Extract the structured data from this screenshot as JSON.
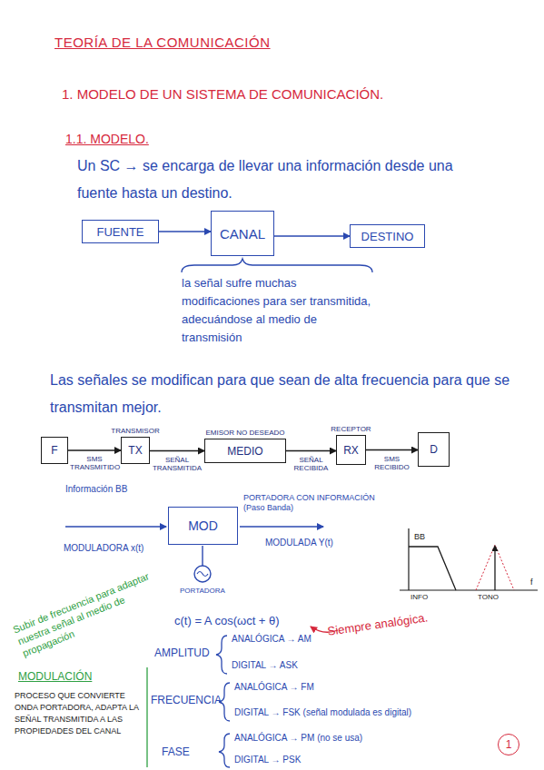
{
  "diagram": {
    "title": "TEORÍA DE LA COMUNICACIÓN",
    "nodes": [
      {
        "text": [
          "FUENTE"
        ]
      },
      {
        "text": [
          "CANAL"
        ]
      },
      {
        "text": [
          "DESTINO"
        ]
      },
      {
        "text": [
          "F"
        ]
      },
      {
        "text": [
          "TRANSMISOR",
          "TX"
        ]
      },
      {
        "text": [
          "EMISOR NO DESEADO",
          "MEDIO"
        ]
      },
      {
        "text": [
          "RECEPTOR",
          "RX"
        ]
      },
      {
        "text": [
          "D"
        ]
      },
      {
        "text": [
          "MOD"
        ]
      },
      {
        "text": [
          "1"
        ]
      }
    ],
    "edges": [
      {
        "from": 0,
        "to": 1,
        "arrow": "to"
      },
      {
        "from": 1,
        "to": 2,
        "arrow": "to"
      },
      {
        "from": 3,
        "to": 4,
        "label": "SMS TRANSMITIDO",
        "arrow": "to"
      },
      {
        "from": 4,
        "to": 5,
        "label": "SEÑAL TRANSMITIDA",
        "arrow": "to"
      },
      {
        "from": 5,
        "to": 6,
        "label": "SEÑAL RECIBIDA",
        "arrow": "to"
      },
      {
        "from": 6,
        "to": 7,
        "label": "SMS RECIBIDO",
        "arrow": "to"
      }
    ],
    "labels": [
      "1. MODELO DE UN SISTEMA DE COMUNICACIÓN.",
      "1.1. MODELO.",
      "Un SC → se encarga de llevar una información desde una fuente hasta un destino.",
      "la señal sufre muchas modificaciones para ser transmitida, adecuándose al medio de transmisión",
      "Las señales se modifican para que sean de alta frecuencia para que se transmitan mejor.",
      "Información BB",
      "PORTADORA CON INFORMACIÓN (Paso Banda)",
      "MODULADORA x(t)",
      "MODULADA Y(t)",
      "PORTADORA",
      "BB",
      "INFO",
      "TONO",
      "f",
      "Siempre analógica.",
      "c(t) = A cos(ωct + θ)",
      "Subir de frecuencia para adaptar nuestra señal al medio de propagación",
      "MODULACIÓN",
      "PROCESO QUE CONVIERTE ONDA PORTADORA, ADAPTA LA SEÑAL TRANSMITIDA A LAS PROPIEDADES DEL CANAL",
      "AMPLITUD",
      "ANALÓGICA → AM",
      "DIGITAL → ASK",
      "FRECUENCIA",
      "ANALÓGICA → FM",
      "DIGITAL → FSK (señal modulada es digital)",
      "FASE",
      "ANALÓGICA → PM (no se usa)",
      "DIGITAL → PSK"
    ]
  }
}
